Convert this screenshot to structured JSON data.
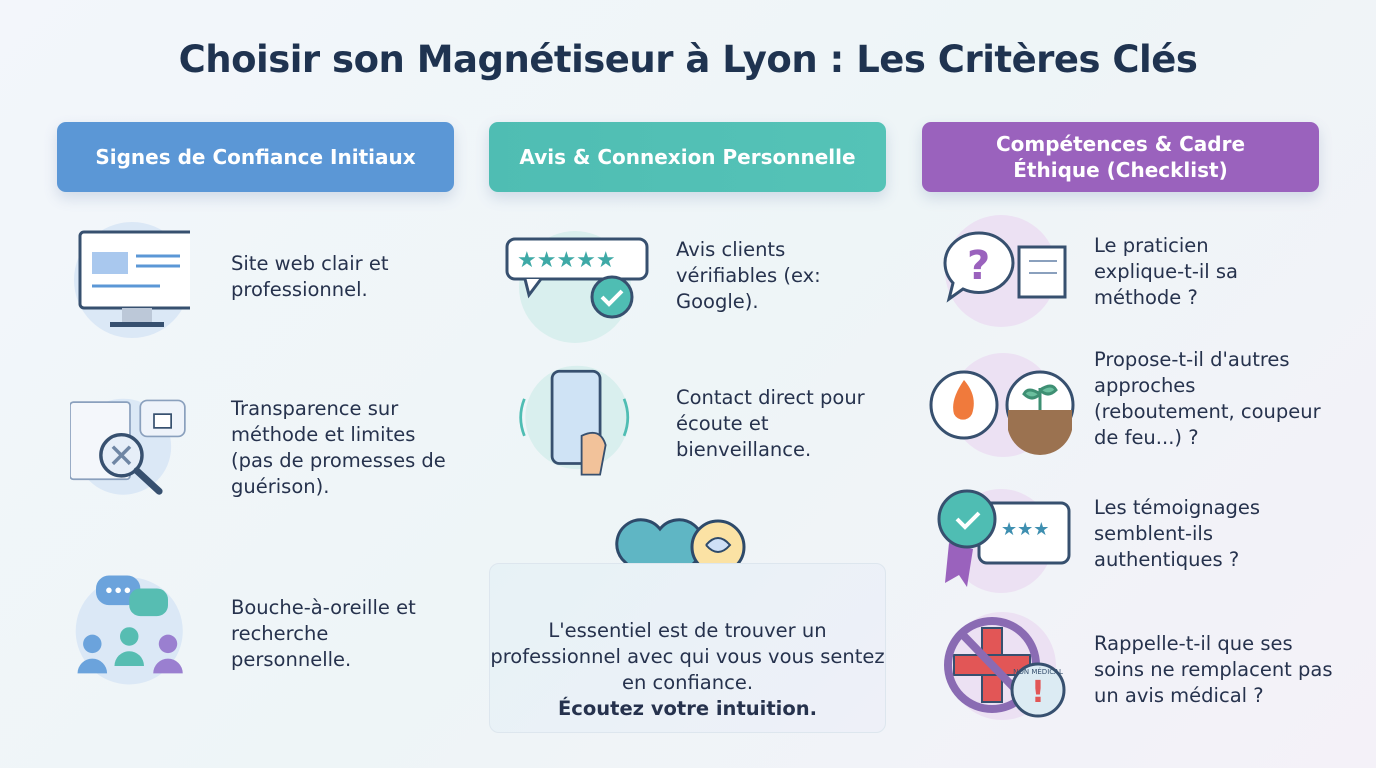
{
  "title": "Choisir son Magnétiseur à Lyon : Les Critères Clés",
  "colors": {
    "col1": "#5b97d6",
    "col2": "#4fbdb3",
    "col3": "#9a62bd",
    "title": "#1f3350"
  },
  "columns": [
    {
      "header": "Signes de Confiance Initiaux",
      "items": [
        {
          "icon": "website-monitor-icon",
          "text": "Site web clair et professionnel."
        },
        {
          "icon": "document-magnifier-lock-icon",
          "text": "Transparence sur méthode et limites (pas de promesses de guérison)."
        },
        {
          "icon": "people-chat-icon",
          "text": "Bouche-à-oreille et recherche personnelle."
        }
      ]
    },
    {
      "header": "Avis & Connexion Personnelle",
      "items": [
        {
          "icon": "star-review-icon",
          "text": "Avis clients vérifiables (ex: Google)."
        },
        {
          "icon": "phone-hand-icon",
          "text": "Contact direct pour écoute et bienveillance."
        }
      ],
      "callout": {
        "icon": "heart-lightbulb-icon",
        "text": "L'essentiel est de trouver un professionnel avec qui vous vous sentez en confiance.",
        "bold": "Écoutez votre intuition."
      }
    },
    {
      "header": "Compétences & Cadre Éthique (Checklist)",
      "items": [
        {
          "icon": "question-book-icon",
          "text": "Le praticien explique-t-il sa méthode ?"
        },
        {
          "icon": "fire-plant-icon",
          "text": "Propose-t-il d'autres approches (reboutement, coupeur de feu...) ?"
        },
        {
          "icon": "badge-review-icon",
          "text": "Les témoignages semblent-ils authentiques ?"
        },
        {
          "icon": "no-medical-icon",
          "text": "Rappelle-t-il que ses soins ne remplacent pas un avis médical ?",
          "stamp": "NON MÉDICAL"
        }
      ]
    }
  ]
}
